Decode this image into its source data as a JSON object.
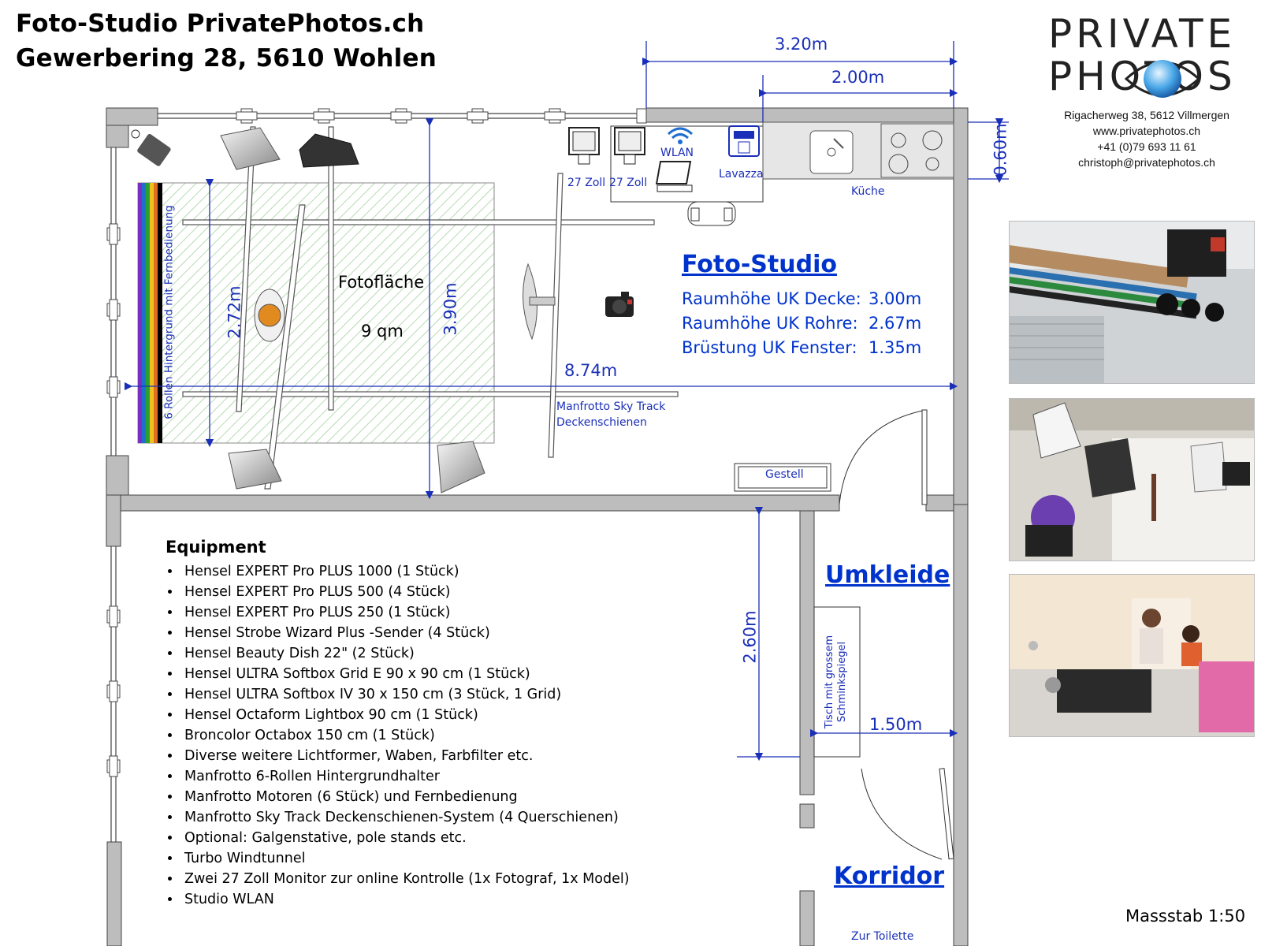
{
  "header": {
    "line1": "Foto-Studio   PrivatePhotos.ch",
    "line2": "Gewerbering 28, 5610 Wohlen"
  },
  "logo": {
    "line1": "PRIVATE",
    "line2": "PHOTOS"
  },
  "contact": {
    "address": "Rigacherweg 38, 5612 Villmergen",
    "web": "www.privatephotos.ch",
    "phone": "+41 (0)79 693 11 61",
    "email": "christoph@privatephotos.ch"
  },
  "studio": {
    "title": "Foto-Studio",
    "specs": [
      {
        "label": "Raumhöhe UK Decke:",
        "value": "3.00m"
      },
      {
        "label": "Raumhöhe UK Rohre:",
        "value": "2.67m"
      },
      {
        "label": "Brüstung UK Fenster:",
        "value": "1.35m"
      }
    ],
    "photo_area_label": "Fotofläche",
    "photo_area_size": "9 qm",
    "backdrop_label": "6 Rollen Hintergrund mit Fernbedienung",
    "track_label_1": "Manfrotto Sky Track",
    "track_label_2": "Deckenschienen",
    "monitor1": "27 Zoll",
    "monitor2": "27 Zoll",
    "wlan": "WLAN",
    "coffee": "Lavazza",
    "kitchen": "Küche",
    "shelf": "Gestell"
  },
  "dimensions": {
    "top_outer": "3.20m",
    "top_inner": "2.00m",
    "kitchen_depth": "0.60m",
    "photo_area_height": "2.72m",
    "room_depth": "3.90m",
    "room_length": "8.74m",
    "dressing_length": "2.60m",
    "dressing_width": "1.50m"
  },
  "dressing": {
    "title": "Umkleide",
    "table_line1": "Tisch mit grossem",
    "table_line2": "Schminkspiegel"
  },
  "corridor": {
    "title": "Korridor",
    "toilet": "Zur Toilette"
  },
  "equipment": {
    "title": "Equipment",
    "items": [
      "Hensel EXPERT Pro PLUS 1000 (1 Stück)",
      "Hensel EXPERT Pro PLUS 500 (4 Stück)",
      "Hensel EXPERT Pro PLUS 250 (1 Stück)",
      "Hensel Strobe Wizard Plus -Sender (4 Stück)",
      "Hensel Beauty Dish 22\" (2 Stück)",
      "Hensel ULTRA Softbox Grid E 90 x 90 cm (1 Stück)",
      "Hensel ULTRA Softbox IV 30 x 150 cm (3 Stück, 1 Grid)",
      "Hensel Octaform Lightbox 90 cm (1 Stück)",
      "Broncolor Octabox 150 cm (1 Stück)",
      "Diverse weitere Lichtformer, Waben, Farbfilter etc.",
      "Manfrotto 6-Rollen Hintergrundhalter",
      "Manfrotto Motoren (6 Stück) und Fernbedienung",
      "Manfrotto Sky Track Deckenschienen-System (4 Querschienen)",
      "Optional: Galgenstative, pole stands etc.",
      "Turbo Windtunnel",
      "Zwei 27 Zoll Monitor zur online Kontrolle (1x Fotograf, 1x Model)",
      "Studio WLAN"
    ]
  },
  "scale": "Massstab 1:50",
  "colors": {
    "dimension": "#1a2fb8",
    "title_blue": "#0033cc",
    "wall": "#bdbdbd",
    "hatch": "#9fd09a",
    "backdrop_rolls": [
      "#7a2fbf",
      "#1e6fd0",
      "#2ca02c",
      "#f0c020",
      "#e07020",
      "#000000"
    ]
  }
}
